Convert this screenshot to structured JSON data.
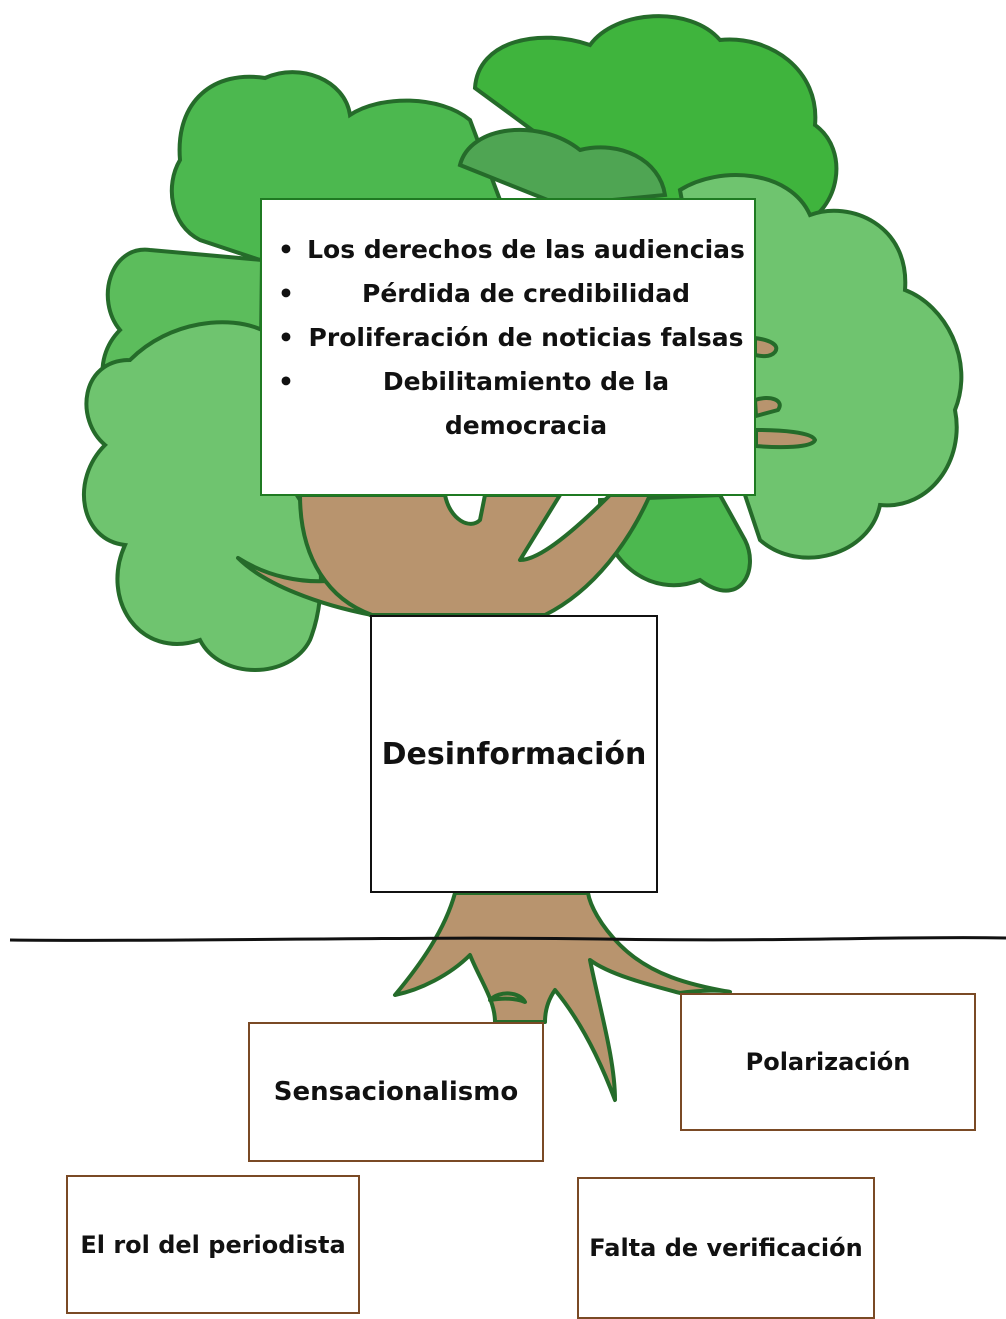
{
  "colors": {
    "foliage_light": "#6fc46f",
    "foliage_mid": "#4cb84f",
    "foliage_dark": "#3faa3d",
    "foliage_outline": "#256b2a",
    "trunk": "#b8946e",
    "box_border_green": "#1f7a22",
    "box_border_brown": "#7a4a25"
  },
  "consequences": {
    "items": [
      "Los derechos de las audiencias",
      "Pérdida de credibilidad",
      "Proliferación de noticias falsas",
      "Debilitamiento de la democracia"
    ]
  },
  "core": {
    "label": "Desinformación"
  },
  "causes": [
    {
      "label": "Sensacionalismo"
    },
    {
      "label": "Polarización"
    },
    {
      "label": "El rol del periodista"
    },
    {
      "label": "Falta de verificación"
    }
  ]
}
